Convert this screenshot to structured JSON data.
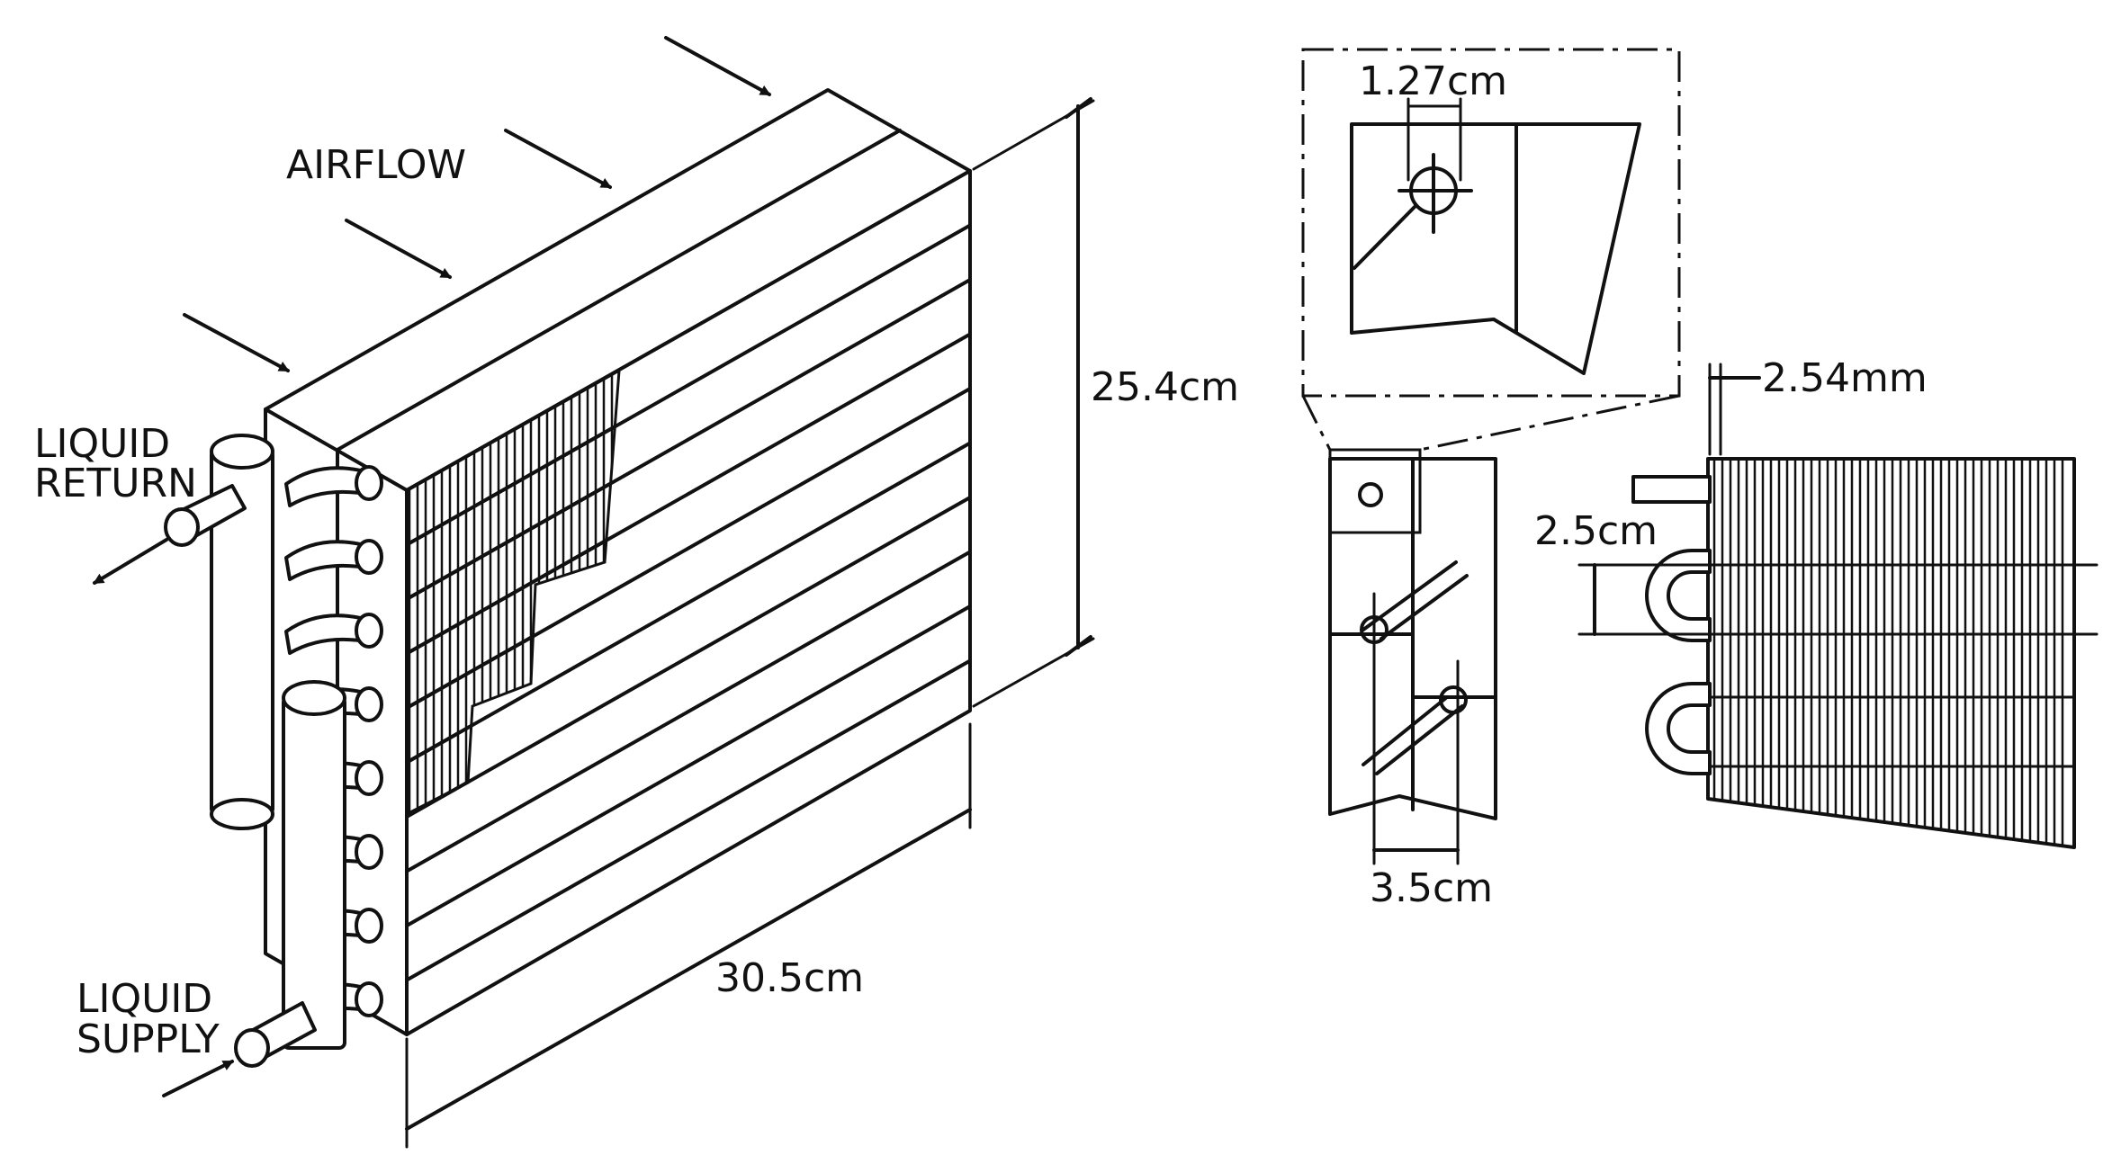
{
  "labels": {
    "airflow": "AIRFLOW",
    "liquid_return_1": "LIQUID",
    "liquid_return_2": "RETURN",
    "liquid_supply_1": "LIQUID",
    "liquid_supply_2": "SUPPLY",
    "height": "25.4cm",
    "width": "30.5cm",
    "tube_spacing": "1.27cm",
    "fin_pitch": "2.54mm",
    "row_pitch": "2.5cm",
    "depth": "3.5cm"
  },
  "colors": {
    "line": "#111111",
    "background": "#ffffff"
  }
}
